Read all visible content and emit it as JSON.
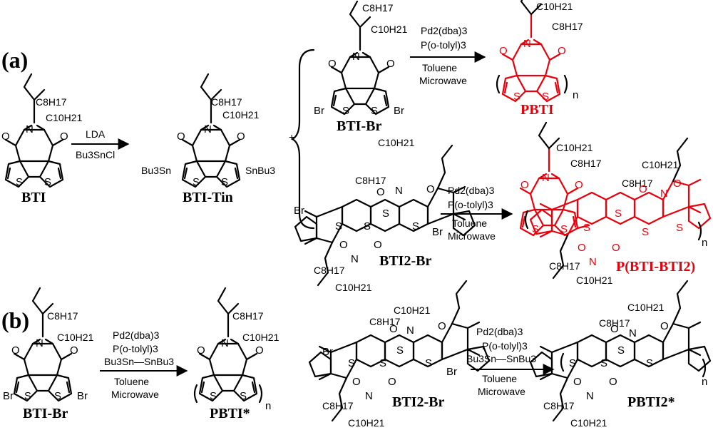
{
  "panel_labels": {
    "a": "(a)",
    "b": "(b)"
  },
  "compounds": {
    "bti": "BTI",
    "bti_tin": "BTI-Tin",
    "bti_br": "BTI-Br",
    "pbti": "PBTI",
    "bti2_br": "BTI2-Br",
    "p_bti_bti2": "P(BTI-BTI2)",
    "bti_br_b": "BTI-Br",
    "pbti_star": "PBTI*",
    "bti2_br_b": "BTI2-Br",
    "pbti2_star": "PBTI2*"
  },
  "reagents": {
    "lda": "LDA",
    "bu3sncl": "Bu3SnCl",
    "pd2dba3": "Pd2(dba)3",
    "potolyl3": "P(o-tolyl)3",
    "toluene": "Toluene",
    "microwave": "Microwave",
    "distannane": "Bu3Sn—SnBu3"
  },
  "atoms": {
    "N": "N",
    "O": "O",
    "S": "S",
    "Br": "Br",
    "n": "n",
    "C8H17": "C8H17",
    "C10H21": "C10H21",
    "SnBu3": "SnBu3",
    "Bu3Sn": "Bu3Sn",
    "plus": "+"
  },
  "colors": {
    "polymer_highlight": "#e8000b",
    "structure": "#000000"
  }
}
